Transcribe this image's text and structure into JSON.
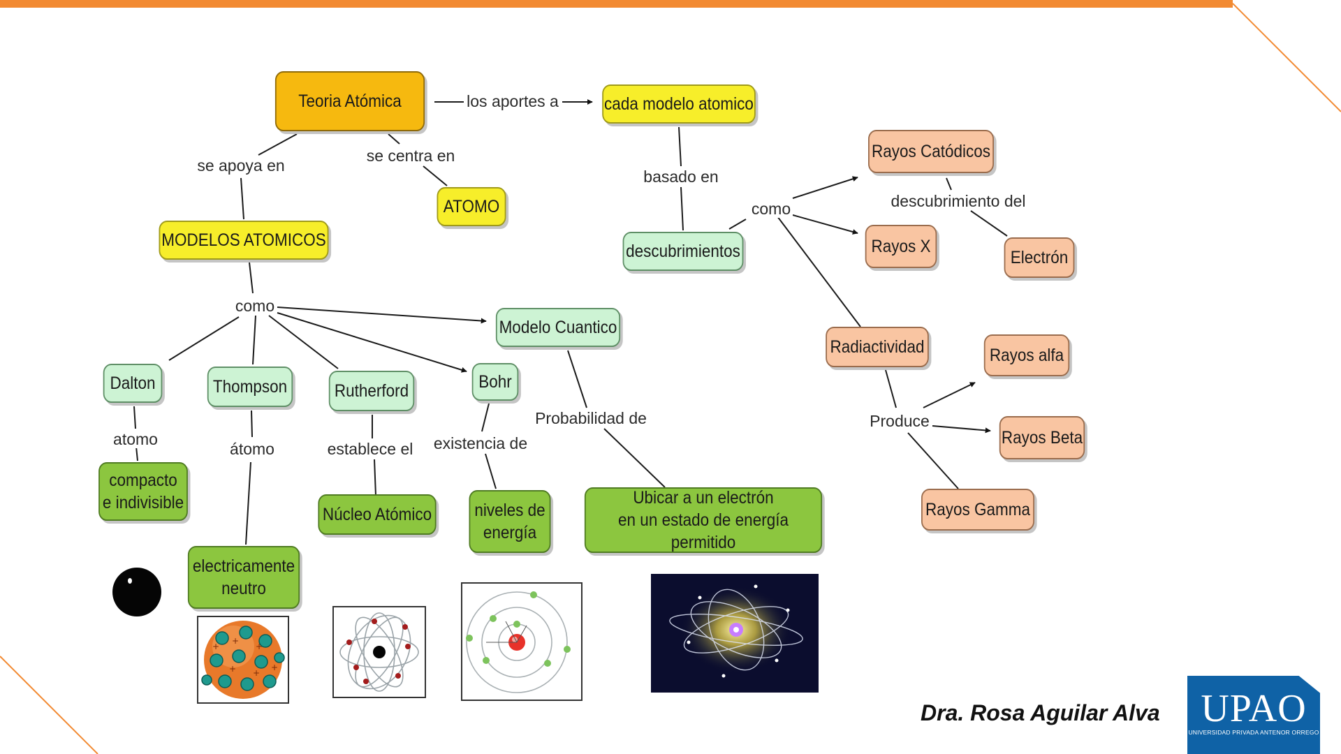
{
  "colors": {
    "accent": "#f28a32",
    "yellow_node": "#f7ee2a",
    "orange_node": "#f6b90f",
    "mint_node": "#cdf3d4",
    "green_node": "#8cc63f",
    "peach_node": "#f9c5a2",
    "logo_blue": "#0f62a6"
  },
  "nodes": {
    "teoria": "Teoria Atómica",
    "cada_modelo": "cada modelo atomico",
    "atomo_main": "ATOMO",
    "modelos": "MODELOS ATOMICOS",
    "descubrimientos": "descubrimientos",
    "rayos_catodicos": "Rayos Catódicos",
    "rayos_x": "Rayos X",
    "electron": "Electrón",
    "modelo_cuantico": "Modelo Cuantico",
    "dalton": "Dalton",
    "thompson": "Thompson",
    "rutherford": "Rutherford",
    "bohr": "Bohr",
    "radiactividad": "Radiactividad",
    "rayos_alfa": "Rayos alfa",
    "rayos_beta": "Rayos Beta",
    "rayos_gamma": "Rayos Gamma",
    "compacto": "compacto\ne indivisible",
    "nucleo": "Núcleo Atómico",
    "niveles": "niveles de\nenergía",
    "ubicar": "Ubicar a un electrón\nen un estado de energía permitido",
    "electricamente": "electricamente\nneutro"
  },
  "labels": {
    "los_aportes": "los aportes  a",
    "se_apoya": "se apoya en",
    "se_centra": "se centra en",
    "basado": "basado en",
    "como_right": "como",
    "descubrimiento_del": "descubrimiento del",
    "como_left": "como",
    "atomo_dalton": "atomo",
    "atomo_thompson": "átomo",
    "establece": "establece el",
    "existencia": "existencia de",
    "probabilidad": "Probabilidad de",
    "produce": "Produce"
  },
  "images": {
    "dalton": "solid-sphere",
    "thompson": "plum-pudding",
    "rutherford": "nuclear-atom",
    "bohr": "orbital-atom",
    "cuantico": "electron-cloud"
  },
  "author": "Dra. Rosa Aguilar Alva",
  "logo": {
    "word": "UPAO",
    "subtitle": "UNIVERSIDAD PRIVADA ANTENOR ORREGO"
  }
}
